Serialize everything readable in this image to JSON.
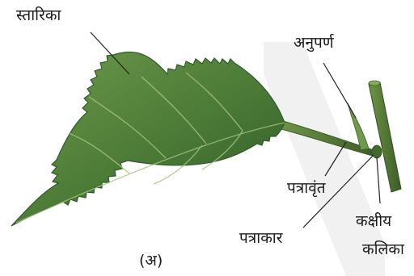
{
  "labels": {
    "lamina": "स्तारिका",
    "stipule": "अनुपर्ण",
    "petiole": "पत्रावृंत",
    "leaf_base": "पत्राकार",
    "axillary_bud_line1": "कक्षीय",
    "axillary_bud_line2": "कलिका",
    "figure_caption": "(अ)"
  },
  "colors": {
    "leaf_dark": "#2f5a2a",
    "leaf_mid": "#4f7f3c",
    "leaf_light": "#7ea15a",
    "vein": "#a8c27e",
    "stem": "#557a37",
    "stem_dark": "#3c5c28",
    "leader_line": "#222222"
  }
}
